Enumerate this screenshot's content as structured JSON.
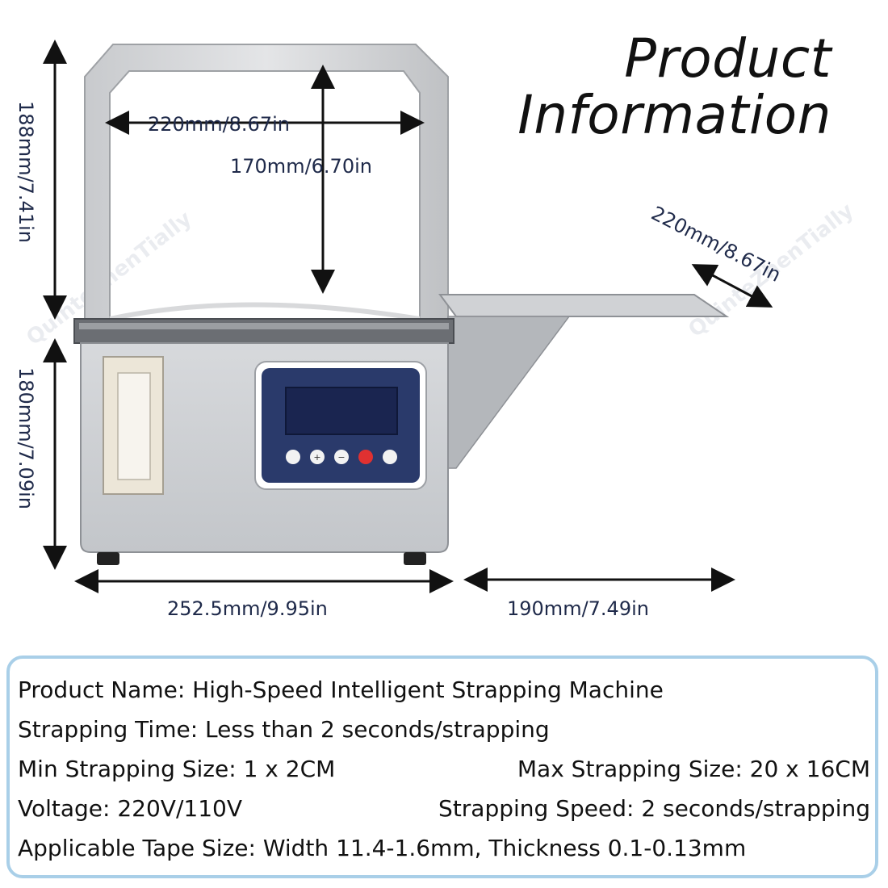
{
  "title": {
    "line1": "Product",
    "line2": "Information"
  },
  "watermark": "QuinteZhenTially",
  "dimensions": {
    "frame_inner_width": "220mm/8.67in",
    "frame_inner_height": "170mm/6.70in",
    "frame_total_height": "188mm/7.41in",
    "body_height": "180mm/7.09in",
    "body_width": "252.5mm/9.95in",
    "table_extension": "190mm/7.49in",
    "table_depth": "220mm/8.67in"
  },
  "info": {
    "product_name": "Product Name: High-Speed Intelligent Strapping Machine",
    "strapping_time": "Strapping Time: Less than 2 seconds/strapping",
    "min_size": "Min Strapping Size: 1 x 2CM",
    "max_size": "Max Strapping Size: 20 x 16CM",
    "voltage": "Voltage: 220V/110V",
    "speed": "Strapping Speed: 2 seconds/strapping",
    "tape_size": "Applicable Tape Size: Width 11.4-1.6mm, Thickness 0.1-0.13mm"
  },
  "colors": {
    "dimension_text": "#1f2a4a",
    "panel_navy": "#2a3a6b",
    "machine_grey": "#cfd1d5",
    "box_border": "#a9cfe8"
  }
}
